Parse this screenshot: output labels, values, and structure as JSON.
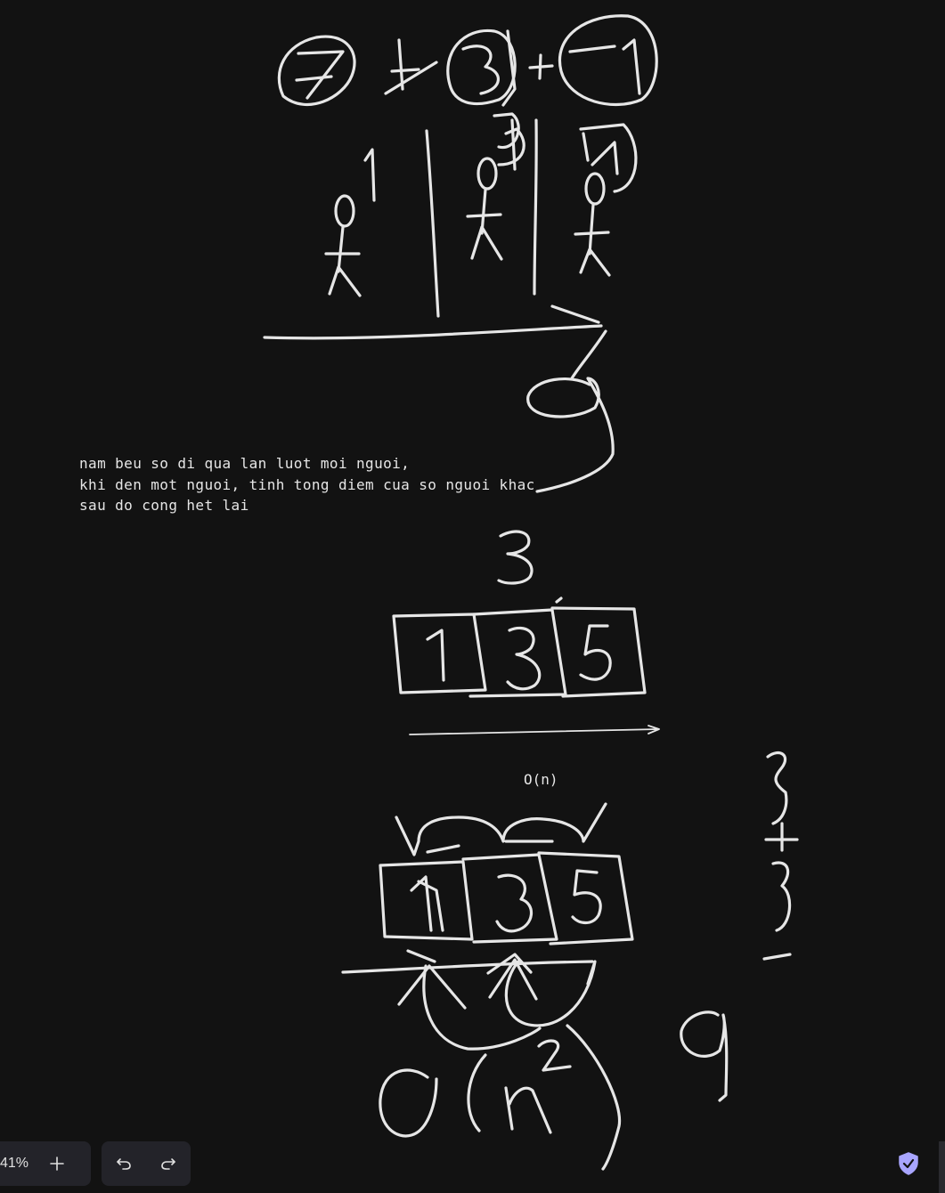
{
  "canvas": {
    "background": "#121212",
    "stroke_color": "#e6e6e6",
    "note_lines": [
      "nam beu so di qua lan luot moi nguoi,",
      "khi den mot nguoi, tinh tong diem cua so nguoi khac",
      "sau do cong het lai"
    ],
    "complexity_label": "O(n)"
  },
  "toolbar": {
    "zoom_value": "41%",
    "zoom_in_icon": "plus-icon",
    "undo_icon": "undo-icon",
    "redo_icon": "redo-icon"
  },
  "status": {
    "shield_icon": "shield-check-icon",
    "shield_color": "#a8a5ff"
  }
}
